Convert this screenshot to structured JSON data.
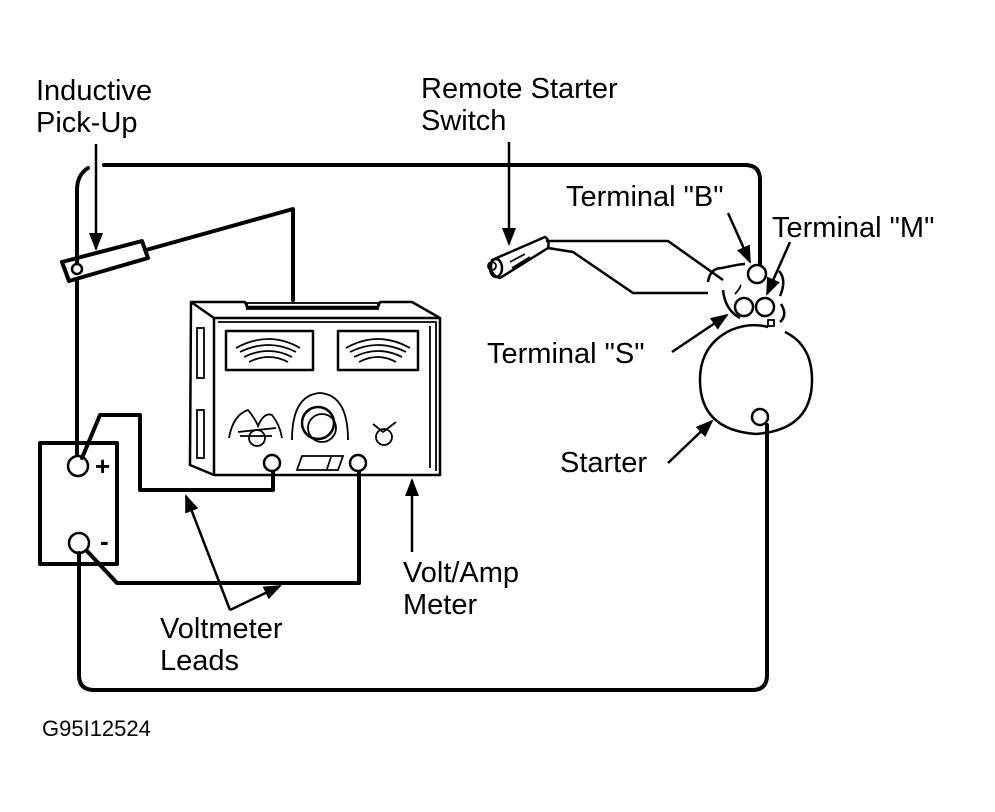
{
  "figure_id": "G95I12524",
  "labels": {
    "inductive_pickup": [
      "Inductive",
      "Pick-Up"
    ],
    "remote_starter_switch": [
      "Remote Starter",
      "Switch"
    ],
    "terminal_b": "Terminal \"B\"",
    "terminal_m": "Terminal \"M\"",
    "terminal_s": "Terminal \"S\"",
    "starter": "Starter",
    "voltmeter_leads": [
      "Voltmeter",
      "Leads"
    ],
    "volt_amp_meter": [
      "Volt/Amp",
      "Meter"
    ]
  },
  "battery": {
    "positive_symbol": "+",
    "negative_symbol": "-"
  },
  "colors": {
    "line": "#000000",
    "background": "#ffffff"
  }
}
